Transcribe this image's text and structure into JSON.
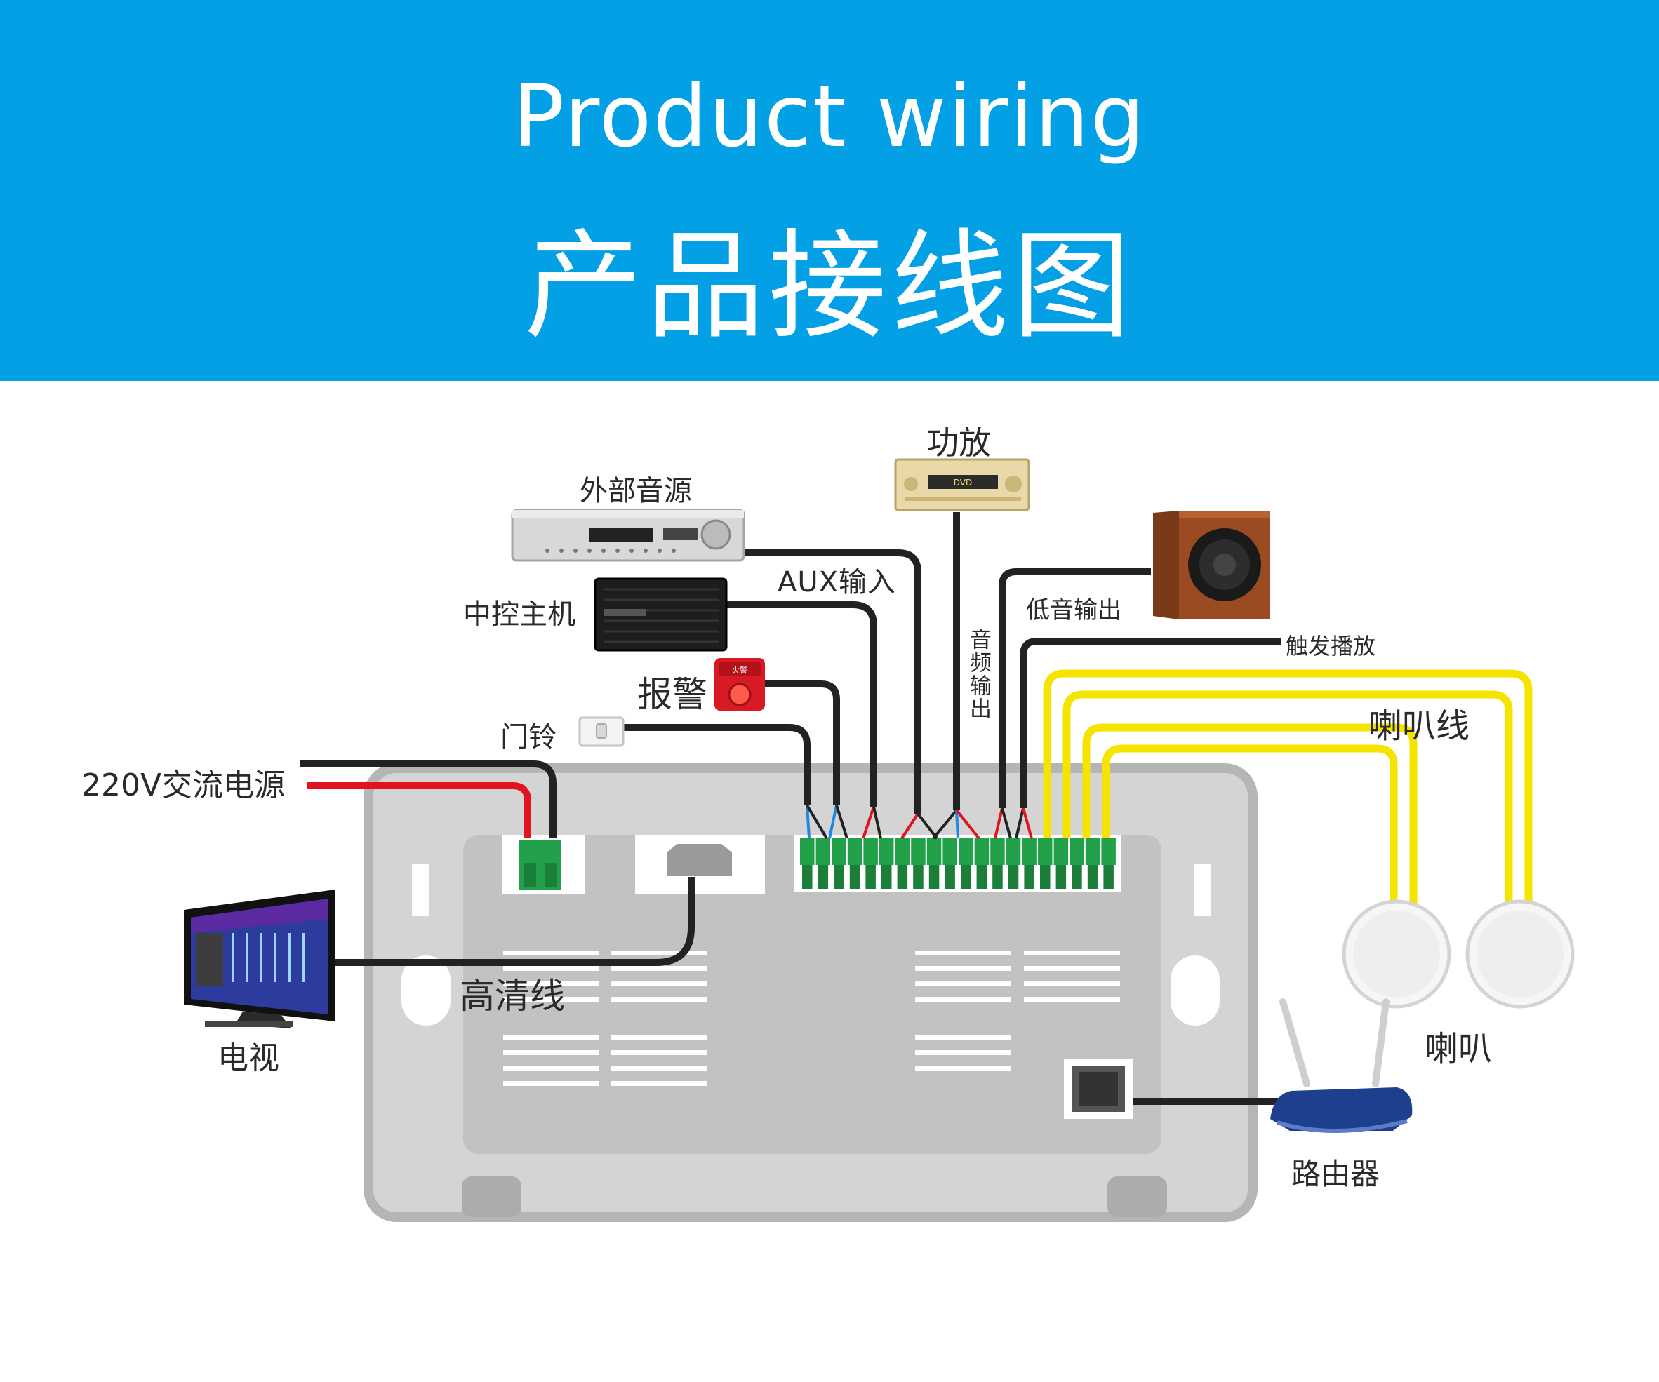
{
  "header": {
    "title_en": "Product wiring",
    "title_cn": "产品接线图"
  },
  "labels": {
    "amplifier": "功放",
    "external_source": "外部音源",
    "aux_input": "AUX输入",
    "central_host": "中控主机",
    "alarm": "报警",
    "doorbell": "门铃",
    "power": "220V交流电源",
    "audio_output": "音频输出",
    "bass_output": "低音输出",
    "trigger_play": "触发播放",
    "speaker_wire": "喇叭线",
    "tv": "电视",
    "hd_cable": "高清线",
    "speaker": "喇叭",
    "router": "路由器"
  },
  "device_text": {
    "amp_display": "DVD",
    "alarm_tag": "火警"
  },
  "colors": {
    "banner": "#03a0e6",
    "wire_black": "#222222",
    "wire_red": "#e0141e",
    "wire_yellow": "#f5e400",
    "wire_blue": "#1e88e5",
    "terminal_green": "#22a14a",
    "panel_gray": "#d4d4d4"
  }
}
